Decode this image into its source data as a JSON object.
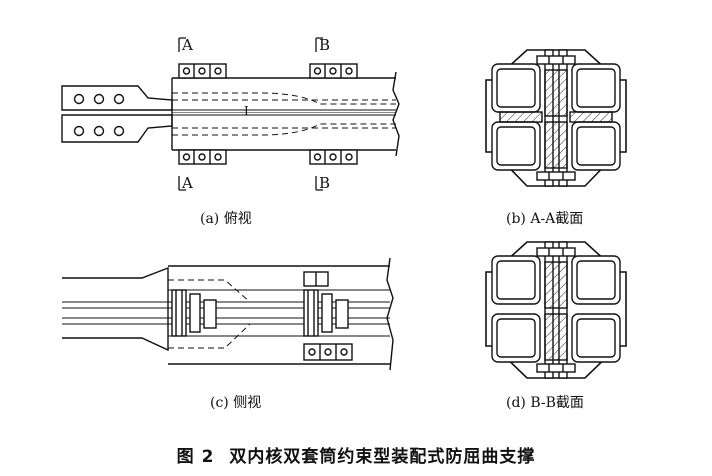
{
  "panels": {
    "a": {
      "caption": "(a)  俯视",
      "section_marks": [
        "A",
        "A",
        "B",
        "B"
      ],
      "center_mark": "I"
    },
    "b": {
      "caption": "(b)  A-A截面"
    },
    "c": {
      "caption": "(c)  侧视"
    },
    "d": {
      "caption": "(d)  B-B截面"
    }
  },
  "figure_title": {
    "number": "图 2",
    "text": "双内核双套筒约束型装配式防屈曲支撑"
  }
}
